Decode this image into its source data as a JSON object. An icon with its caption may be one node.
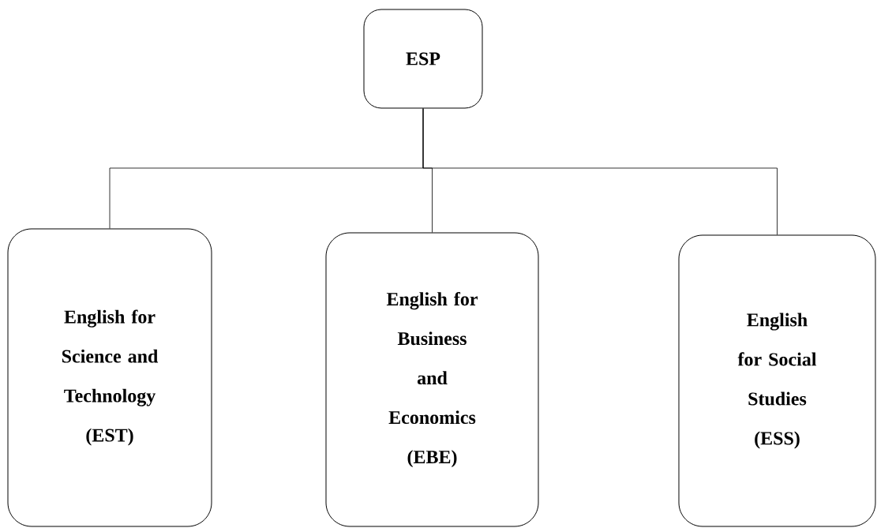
{
  "diagram": {
    "nodes": [
      {
        "text": [
          "ESP"
        ]
      },
      {
        "text": [
          "English for Science and Technology (EST)"
        ]
      },
      {
        "text": [
          "English for Business and Economics (EBE)"
        ]
      },
      {
        "text": [
          "English for Social Studies (ESS)"
        ]
      }
    ],
    "edges": [
      {
        "from": 0,
        "to": 1,
        "arrow": "none"
      },
      {
        "from": 0,
        "to": 2,
        "arrow": "none"
      },
      {
        "from": 0,
        "to": 3,
        "arrow": "none"
      }
    ]
  }
}
